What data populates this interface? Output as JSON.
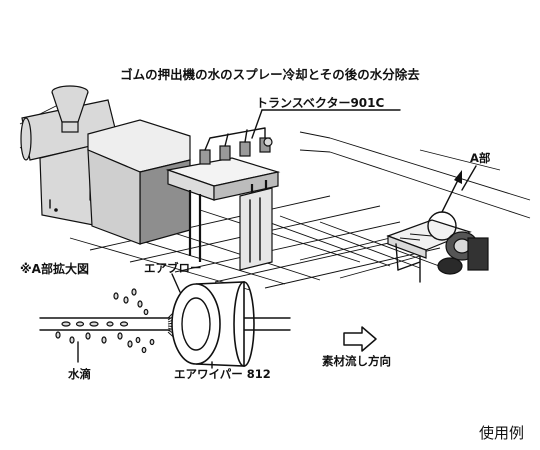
{
  "title": "ゴムの押出機の水のスプレー冷却とその後の水分除去",
  "labels": {
    "transvector": "トランスベクター901C",
    "part_a": "A部",
    "detail": "※A部拡大図",
    "air_blow": "エアブロー",
    "water_drops": "水滴",
    "air_wiper": "エアワイパー 812",
    "flow_direction": "素材流し方向"
  },
  "caption": "使用例",
  "colors": {
    "ink": "#111111",
    "background": "#ffffff"
  },
  "icons": [
    "hopper-icon",
    "arrow-right-icon"
  ]
}
